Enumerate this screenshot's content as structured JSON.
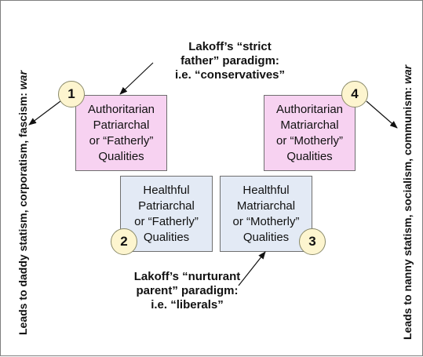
{
  "boxes": [
    {
      "id": "1",
      "lines": [
        "Authoritarian",
        "Patriarchal",
        "or “Fatherly”",
        "Qualities"
      ],
      "fill": "#f7d2f1"
    },
    {
      "id": "2",
      "lines": [
        "Healthful",
        "Patriarchal",
        "or “Fatherly”",
        "Qualities"
      ],
      "fill": "#e3eaf5"
    },
    {
      "id": "3",
      "lines": [
        "Healthful",
        "Matriarchal",
        "or “Motherly”",
        "Qualities"
      ],
      "fill": "#e3eaf5"
    },
    {
      "id": "4",
      "lines": [
        "Authoritarian",
        "Matriarchal",
        "or “Motherly”",
        "Qualities"
      ],
      "fill": "#f7d2f1"
    }
  ],
  "badges": [
    "1",
    "2",
    "3",
    "4"
  ],
  "notes": {
    "strict_father": [
      "Lakoff’s “strict",
      "father” paradigm:",
      "i.e. “conservatives”"
    ],
    "nurturant_parent": [
      "Lakoff’s “nurturant",
      "parent” paradigm:",
      "i.e. “liberals”"
    ]
  },
  "side_labels": {
    "left": {
      "text": "Leads to daddy statism, corporatism, fascism: ",
      "emphasis": "war"
    },
    "right": {
      "text": "Leads to nanny statism, socialism, communism: ",
      "emphasis": "war"
    }
  },
  "colors": {
    "authoritarian_fill": "#f7d2f1",
    "healthful_fill": "#e3eaf5",
    "badge_fill": "#fdf5cf"
  }
}
